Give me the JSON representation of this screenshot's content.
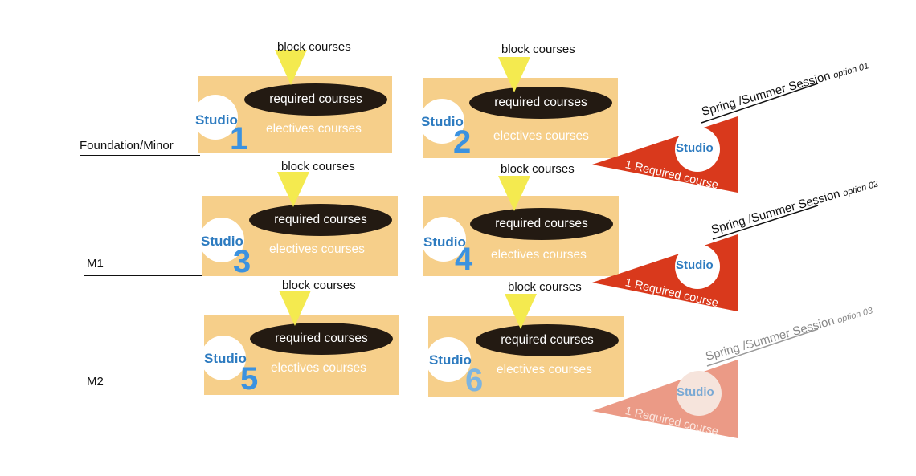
{
  "rows": [
    {
      "label": "Foundation/Minor"
    },
    {
      "label": "M1"
    },
    {
      "label": "M2"
    }
  ],
  "studios": [
    {
      "word": "Studio",
      "number": "1",
      "block": "block courses",
      "required": "required courses",
      "electives": "electives courses"
    },
    {
      "word": "Studio",
      "number": "2",
      "block": "block courses",
      "required": "required courses",
      "electives": "electives courses"
    },
    {
      "word": "Studio",
      "number": "3",
      "block": "block courses",
      "required": "required courses",
      "electives": "electives courses"
    },
    {
      "word": "Studio",
      "number": "4",
      "block": "block courses",
      "required": "required courses",
      "electives": "electives courses"
    },
    {
      "word": "Studio",
      "number": "5",
      "block": "block courses",
      "required": "required courses",
      "electives": "electives courses"
    },
    {
      "word": "Studio",
      "number": "6",
      "block": "block courses",
      "required": "required courses",
      "electives": "electives courses"
    }
  ],
  "sessions": [
    {
      "title": "Spring /Summer  Session",
      "option": "option 01",
      "studio": "Studio",
      "required": "1 Required course"
    },
    {
      "title": "Spring /Summer  Session",
      "option": "option 02",
      "studio": "Studio",
      "required": "1 Required course"
    },
    {
      "title": "Spring /Summer  Session",
      "option": "option 03",
      "studio": "Studio",
      "required": "1 Required course"
    }
  ],
  "colors": {
    "box": "#f6cf8a",
    "oval": "#231a12",
    "arrow": "#f4ea4f",
    "flag": "#d9391c",
    "flag_faded": "#eb9a86",
    "studio_text": "#2d7bc0",
    "studio_number": "#3b92e0"
  }
}
